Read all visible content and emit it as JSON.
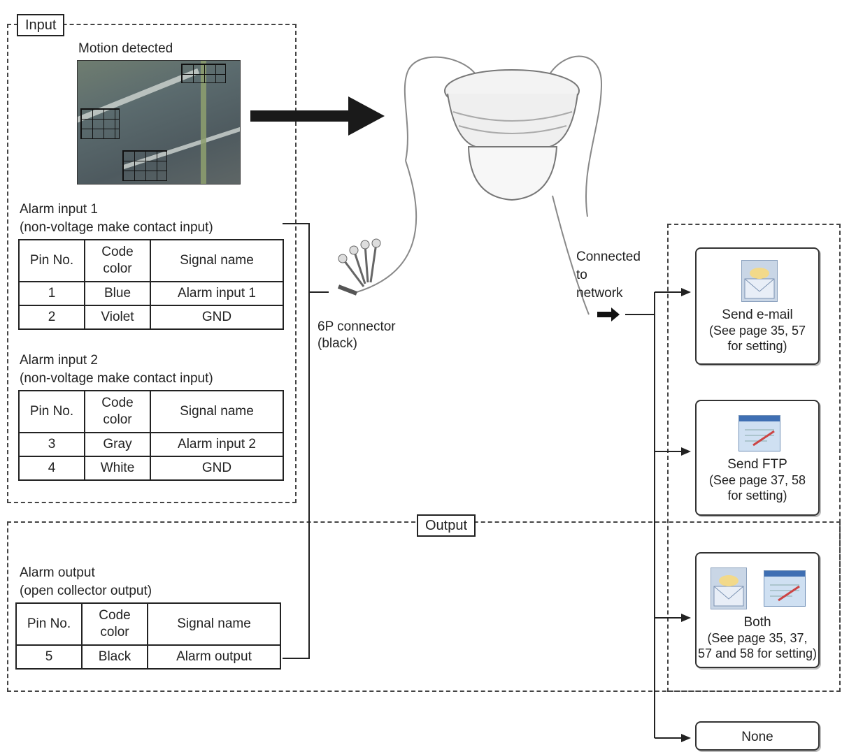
{
  "input_label": "Input",
  "output_label": "Output",
  "motion_label": "Motion detected",
  "alarm1": {
    "title": "Alarm input 1",
    "subtitle": "(non-voltage make contact input)",
    "headers": [
      "Pin No.",
      "Code color",
      "Signal name"
    ],
    "rows": [
      [
        "1",
        "Blue",
        "Alarm input 1"
      ],
      [
        "2",
        "Violet",
        "GND"
      ]
    ]
  },
  "alarm2": {
    "title": "Alarm input 2",
    "subtitle": "(non-voltage make contact input)",
    "headers": [
      "Pin No.",
      "Code color",
      "Signal name"
    ],
    "rows": [
      [
        "3",
        "Gray",
        "Alarm input 2"
      ],
      [
        "4",
        "White",
        "GND"
      ]
    ]
  },
  "alarm_out": {
    "title": "Alarm output",
    "subtitle": "(open collector output)",
    "headers": [
      "Pin No.",
      "Code color",
      "Signal name"
    ],
    "rows": [
      [
        "5",
        "Black",
        "Alarm output"
      ]
    ]
  },
  "connector": {
    "line1": "6P connector",
    "line2": "(black)"
  },
  "network": {
    "line1": "Connected",
    "line2": "to",
    "line3": "network"
  },
  "actions": {
    "email": {
      "title": "Send e-mail",
      "line1": "(See page 35, 57",
      "line2": "for setting)",
      "icon": "envelope-icon"
    },
    "ftp": {
      "title": "Send FTP",
      "line1": "(See page 37, 58",
      "line2": "for setting)",
      "icon": "ftp-window-icon"
    },
    "both": {
      "title": "Both",
      "line1": "(See page 35, 37,",
      "line2": "57 and 58 for setting)"
    },
    "none": {
      "title": "None"
    }
  }
}
